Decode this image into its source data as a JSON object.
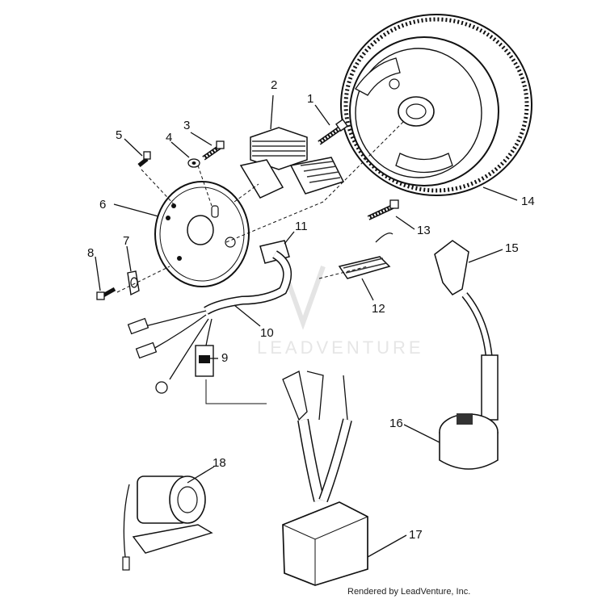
{
  "watermark": "LEADVENTURE",
  "credit": "Rendered by LeadVenture, Inc.",
  "callouts": [
    "1",
    "2",
    "3",
    "4",
    "5",
    "6",
    "7",
    "8",
    "9",
    "10",
    "11",
    "12",
    "13",
    "14",
    "15",
    "16",
    "17",
    "18"
  ]
}
